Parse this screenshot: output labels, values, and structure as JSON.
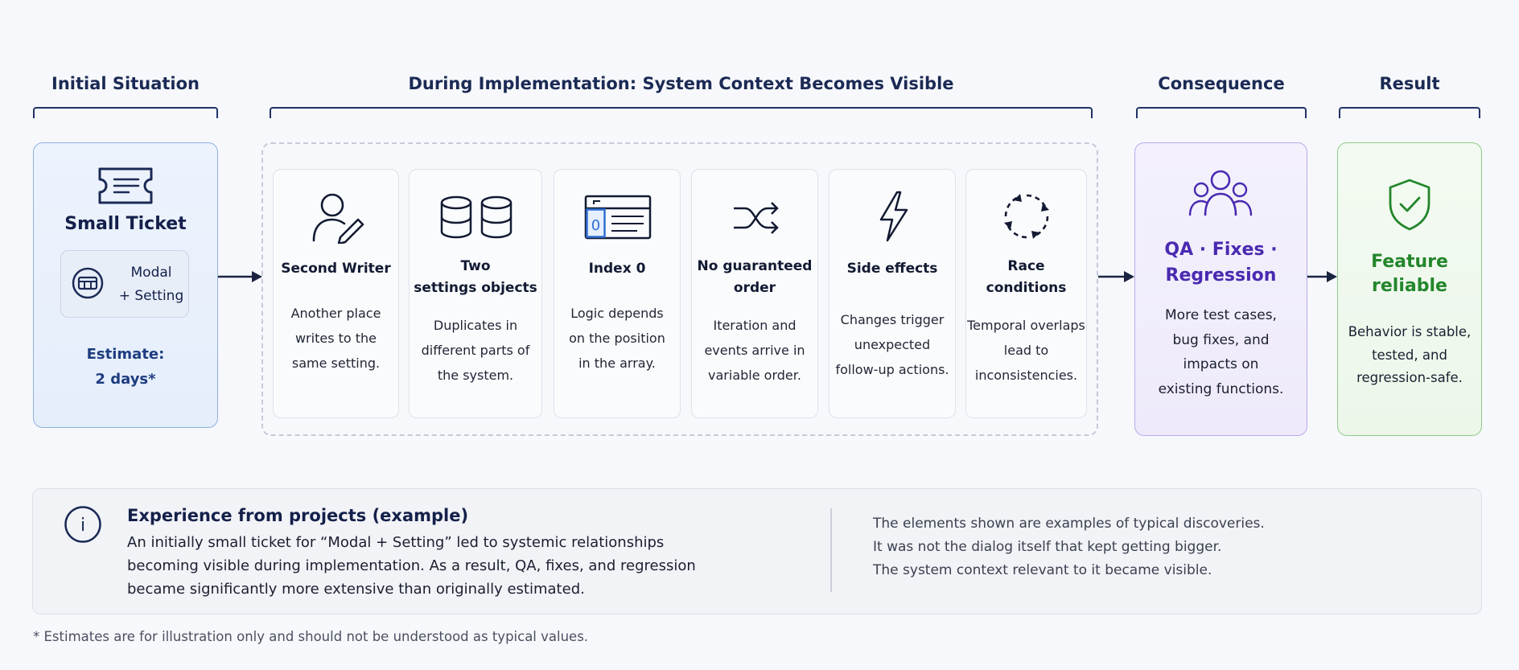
{
  "headings": {
    "initial": "Initial Situation",
    "implementation": "During Implementation: System Context Becomes Visible",
    "consequence": "Consequence",
    "result": "Result"
  },
  "initial": {
    "title": "Small Ticket",
    "inner_label": "Modal\n+ Setting",
    "estimate": "Estimate:\n2 days*",
    "icons": [
      "ticket-icon",
      "modal-setting-icon"
    ]
  },
  "implementation": {
    "cards": [
      {
        "title": "Second Writer",
        "desc": "Another place\nwrites to the\nsame setting.",
        "icon": "person-edit-icon"
      },
      {
        "title": "Two\nsettings objects",
        "desc": "Duplicates in\ndifferent parts of\nthe system.",
        "icon": "databases-icon"
      },
      {
        "title": "Index 0",
        "desc": "Logic depends\non the position\nin the array.",
        "icon": "array-index-icon",
        "icon_text": "0"
      },
      {
        "title": "No guaranteed\norder",
        "desc": "Iteration and\nevents arrive in\nvariable order.",
        "icon": "shuffle-icon"
      },
      {
        "title": "Side effects",
        "desc": "Changes trigger\nunexpected\nfollow-up actions.",
        "icon": "lightning-icon"
      },
      {
        "title": "Race\nconditions",
        "desc": "Temporal overlaps\nlead to\ninconsistencies.",
        "icon": "cycle-icon"
      }
    ]
  },
  "consequence": {
    "title": "QA · Fixes ·\nRegression",
    "desc": "More test cases,\nbug fixes, and\nimpacts on\nexisting functions.",
    "icon": "team-icon"
  },
  "result": {
    "title": "Feature\nreliable",
    "desc": "Behavior is stable,\ntested, and\nregression-safe.",
    "icon": "shield-check-icon"
  },
  "experience": {
    "title": "Experience from projects (example)",
    "text": "An initially small ticket for “Modal + Setting” led to systemic relationships\nbecoming visible during implementation. As a result, QA, fixes, and regression\nbecame significantly more extensive than originally estimated.",
    "note": "The elements shown are examples of typical discoveries.\nIt was not the dialog itself that kept getting bigger.\nThe system context relevant to it became visible.",
    "icon": "info-icon",
    "icon_text": "i"
  },
  "footnote": "* Estimates are for illustration only and should not be understood as typical values.",
  "colors": {
    "navy": "#1b2a55",
    "blue_accent": "#2f6fd1",
    "purple": "#4a2ab0",
    "green": "#23862b"
  }
}
